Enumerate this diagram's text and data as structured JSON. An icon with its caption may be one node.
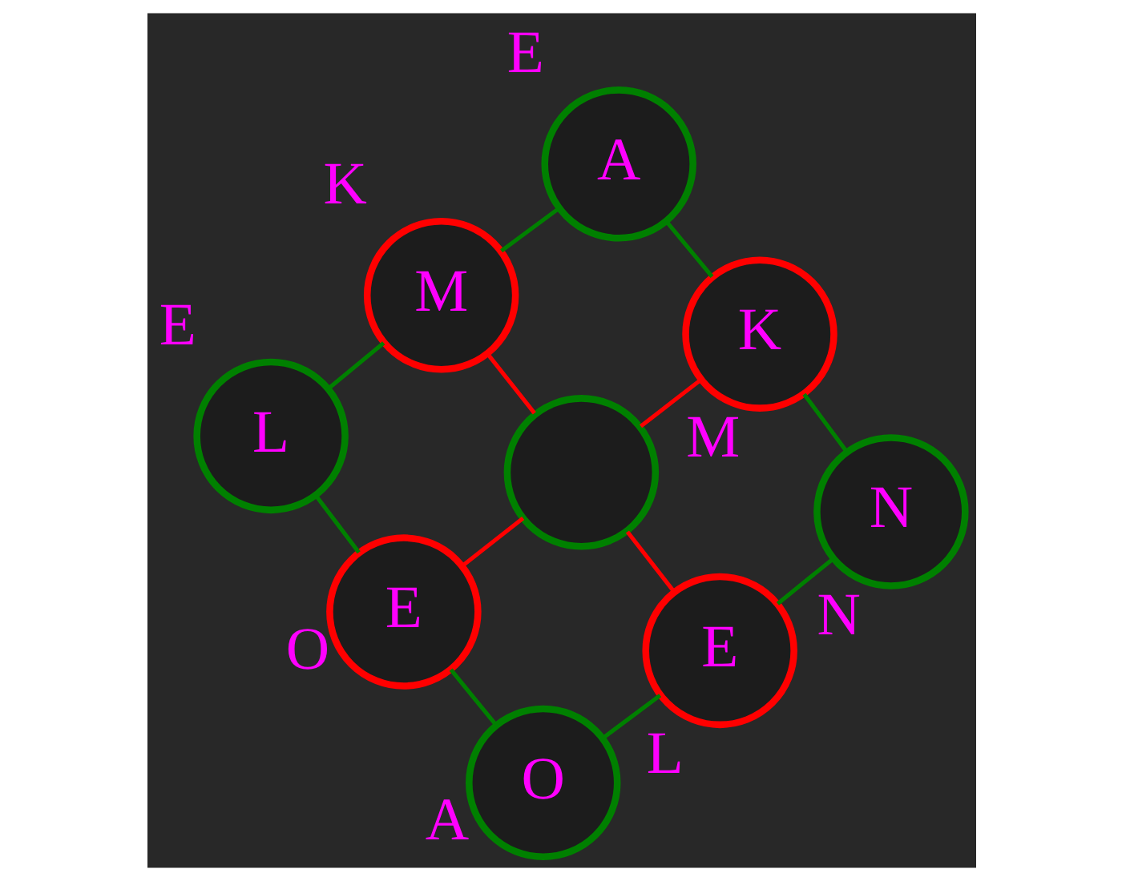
{
  "diagram": {
    "nodes": [
      {
        "text": [
          "M"
        ],
        "beside": [
          "K"
        ]
      },
      {
        "text": [
          "N"
        ],
        "beside": [
          "N"
        ]
      },
      {
        "text": [
          "O"
        ],
        "beside": [
          "A"
        ]
      },
      {
        "text": [
          "E"
        ],
        "beside": [
          "O"
        ]
      },
      {
        "text": [],
        "shape": "circle"
      },
      {
        "text": [
          "K"
        ],
        "beside": [
          "M"
        ]
      },
      {
        "text": [
          "A"
        ],
        "beside": [
          "E"
        ]
      },
      {
        "text": [
          "L"
        ],
        "beside": [
          "E"
        ]
      },
      {
        "text": [
          "E"
        ],
        "beside": [
          "L"
        ]
      }
    ],
    "edges": [
      {
        "from": 0,
        "to": 4,
        "arrow": "none",
        "color": "#ff0000"
      },
      {
        "from": 3,
        "to": 4,
        "arrow": "none",
        "color": "#ff0000"
      },
      {
        "from": 4,
        "to": 5,
        "arrow": "none",
        "color": "#ff0000"
      },
      {
        "from": 4,
        "to": 8,
        "arrow": "none",
        "color": "#ff0000"
      },
      {
        "from": 0,
        "to": 6,
        "arrow": "none"
      },
      {
        "from": 0,
        "to": 7,
        "arrow": "none"
      },
      {
        "from": 1,
        "to": 5,
        "arrow": "none"
      },
      {
        "from": 1,
        "to": 8,
        "arrow": "none"
      },
      {
        "from": 2,
        "to": 3,
        "arrow": "none"
      },
      {
        "from": 2,
        "to": 8,
        "arrow": "none"
      },
      {
        "from": 3,
        "to": 7,
        "arrow": "none"
      },
      {
        "from": 5,
        "to": 6,
        "arrow": "none"
      }
    ]
  }
}
